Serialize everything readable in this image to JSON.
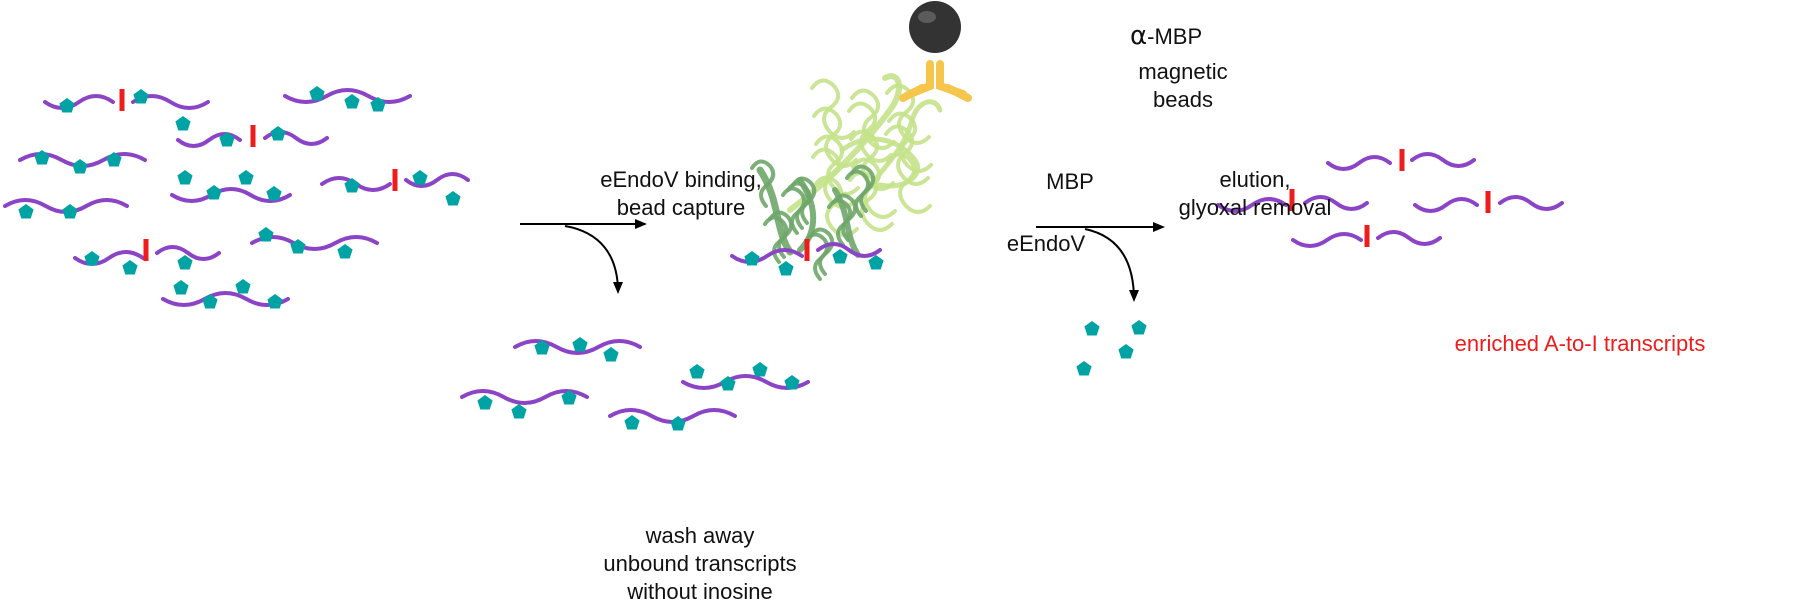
{
  "colors": {
    "rna": "#8b44c6",
    "adduct": "#00a3a3",
    "inosine": "#ee1c1c",
    "antibody": "#f6c64c",
    "bead": "#333333",
    "protein_light": "#c4e28a",
    "protein_dark": "#6fa66a",
    "arrow": "#000000"
  },
  "labels": {
    "step1": [
      "eEndoV binding,",
      "bead capture"
    ],
    "wash": [
      "wash away",
      "unbound transcripts",
      "without inosine"
    ],
    "alpha_symbol": "α",
    "alpha_text": "-MBP",
    "beads": [
      "magnetic",
      "beads"
    ],
    "mbp": "MBP",
    "eendov": "eEndoV",
    "step2": [
      "elution,",
      "glyoxal removal"
    ],
    "enriched": "enriched A-to-I transcripts"
  },
  "inosine_mark": "I",
  "icons": {
    "rna": "wavy-rna-strand",
    "adduct": "pentagon-glyoxal-adduct",
    "inosine": "inosine-mark",
    "bead": "magnetic-bead-icon",
    "antibody": "antibody-icon",
    "protein": "protein-ribbon-structure"
  }
}
